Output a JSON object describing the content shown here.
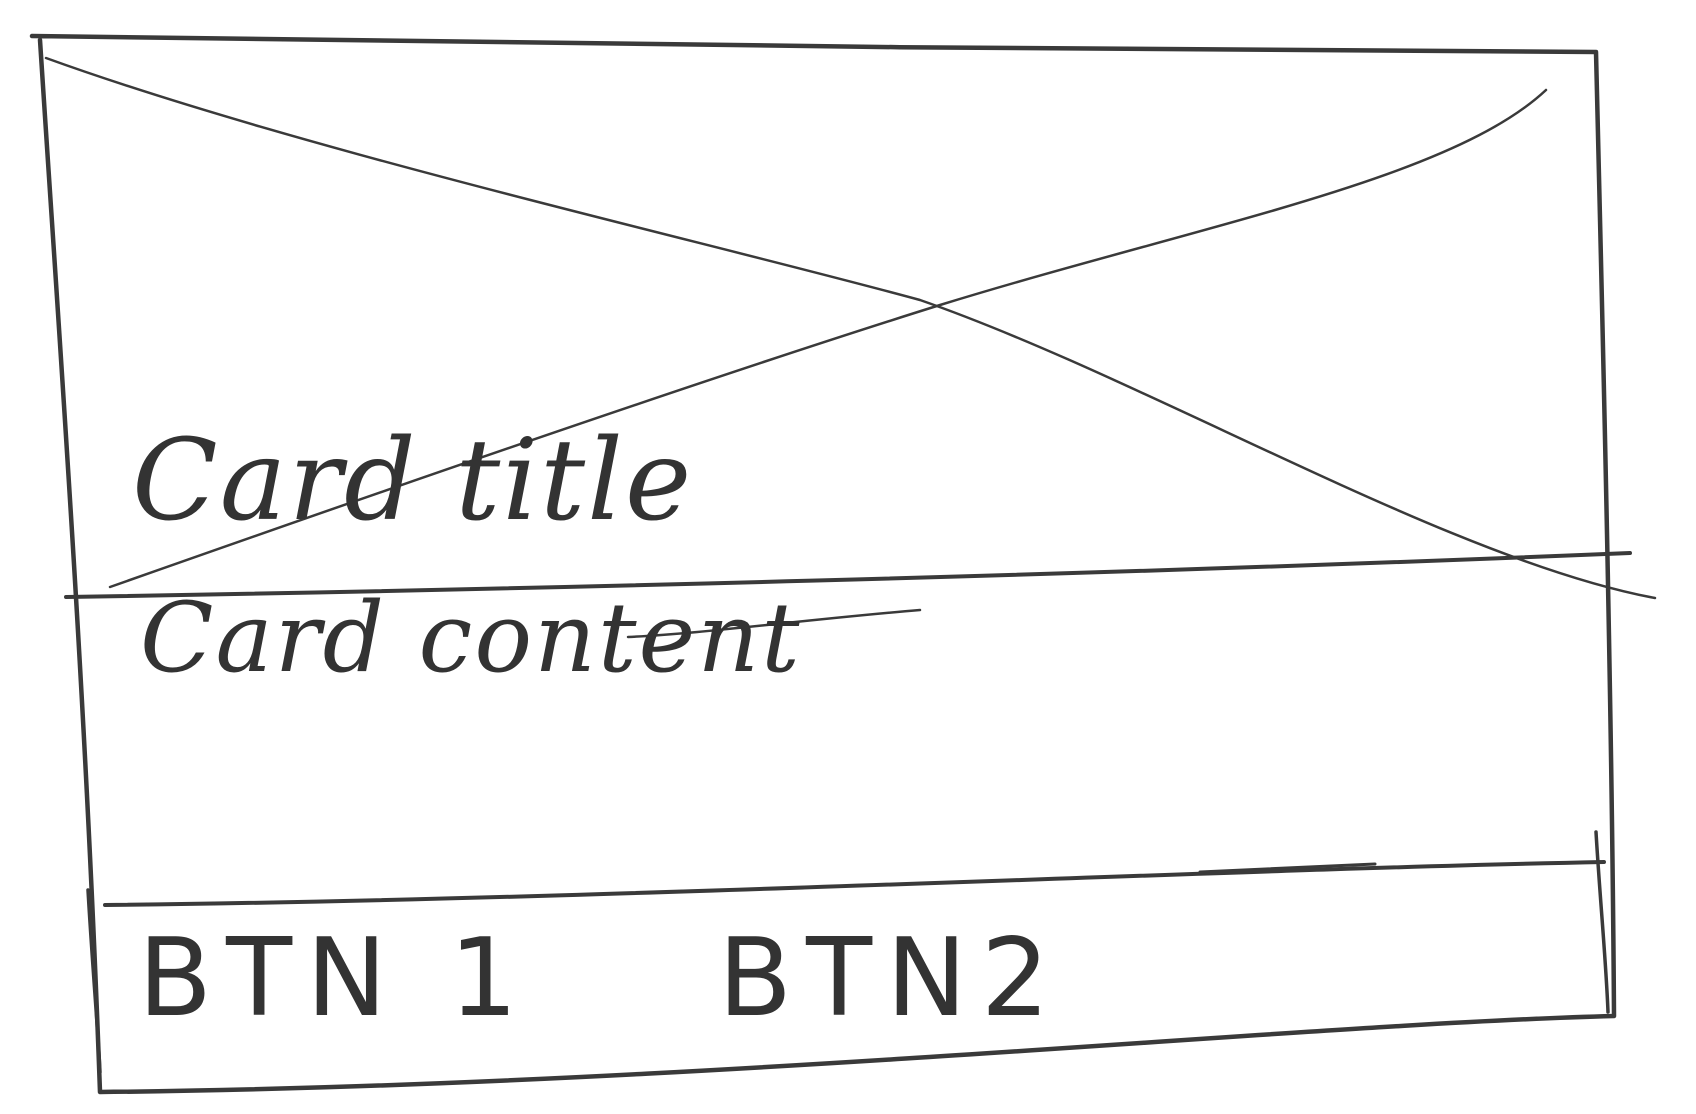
{
  "card": {
    "image_placeholder": "crossed-out box",
    "title": "Card title",
    "content": "Card content",
    "actions": {
      "btn1_label": "BTN 1",
      "btn2_label": "BTN2"
    }
  },
  "colors": {
    "ink": "#3a3a3a",
    "paper": "#ffffff"
  }
}
